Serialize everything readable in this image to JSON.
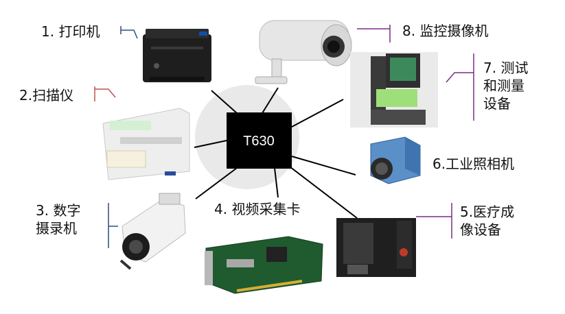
{
  "hub": {
    "label": "T630"
  },
  "devices": [
    {
      "id": "printer",
      "label": "1. 打印机"
    },
    {
      "id": "scanner",
      "label": "2.扫描仪"
    },
    {
      "id": "camcorder",
      "label_line1": "3. 数字",
      "label_line2": "摄录机"
    },
    {
      "id": "capture_card",
      "label": "4. 视频采集卡"
    },
    {
      "id": "medical",
      "label_line1": "5.医疗成",
      "label_line2": "像设备"
    },
    {
      "id": "industrial_camera",
      "label": "6.工业照相机"
    },
    {
      "id": "measurement",
      "label_line1": "7. 测试",
      "label_line2": "和测量",
      "label_line3": "设备"
    },
    {
      "id": "surveillance",
      "label": "8. 监控摄像机"
    }
  ],
  "colors": {
    "hub_fill": "#000000",
    "hub_halo": "#e6e6e6",
    "connector": "#000000",
    "bracket_blue": "#2f4f7f",
    "bracket_red": "#c0504d",
    "bracket_purple": "#7a2c86"
  }
}
